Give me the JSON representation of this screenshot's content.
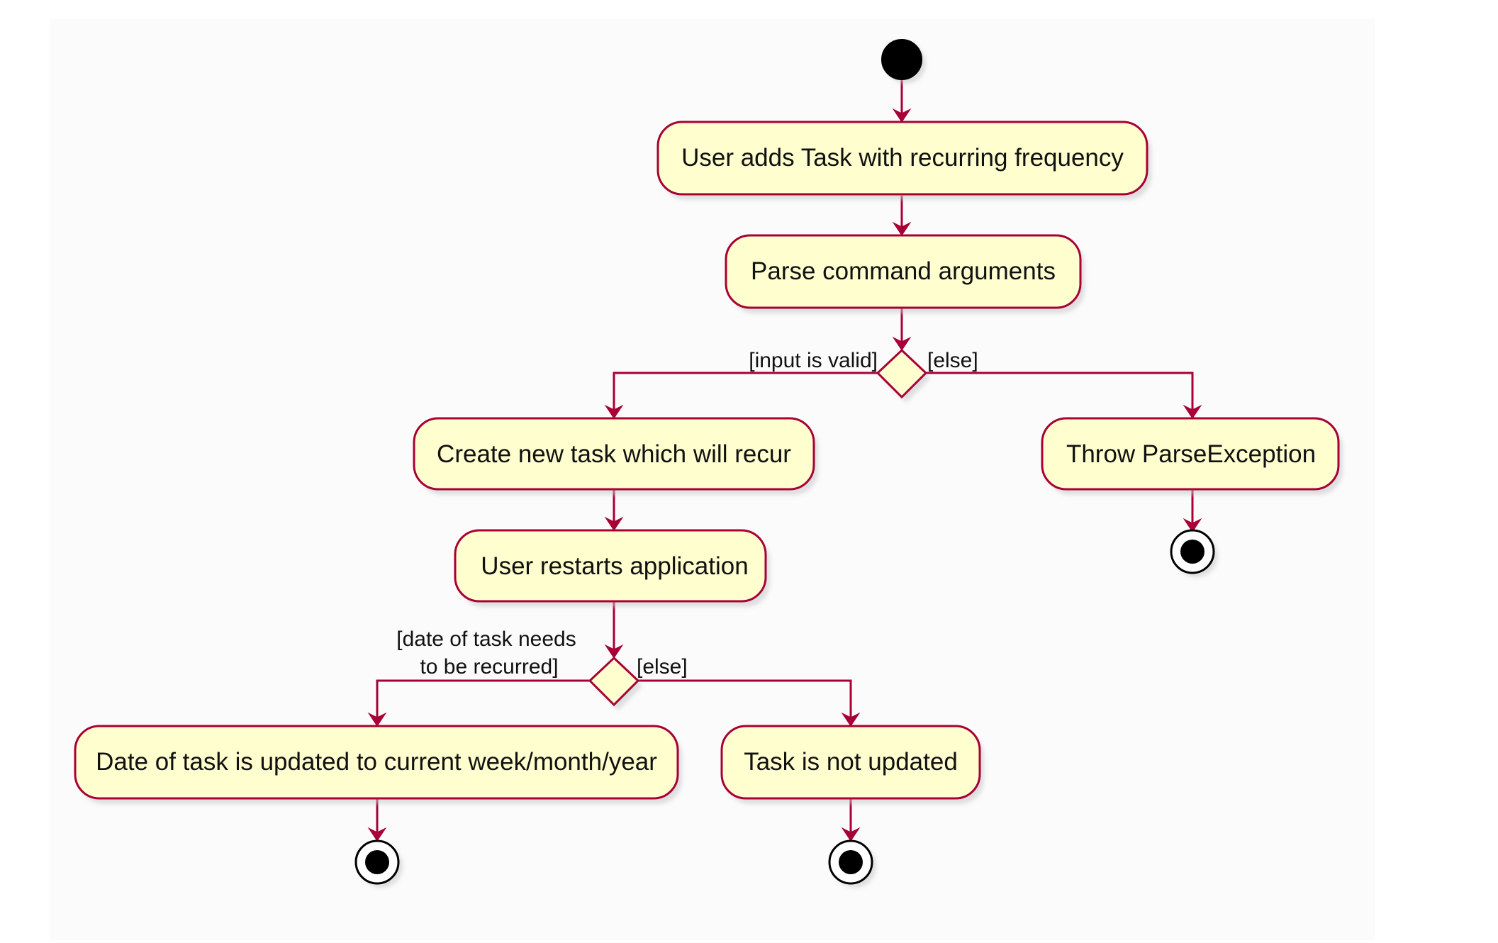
{
  "diagram": {
    "activities": {
      "add_task": "User adds Task with recurring frequency",
      "parse_args": "Parse command arguments",
      "create_task": "Create new task which will recur",
      "throw_exception": "Throw ParseException",
      "restart_app": "User restarts application",
      "update_date": "Date of task is updated to current week/month/year",
      "not_updated": "Task is not updated"
    },
    "guards": {
      "input_valid": "[input is valid]",
      "else_1": "[else]",
      "recur_line1": "[date of task needs",
      "recur_line2": "to be recurred]",
      "else_2": "[else]"
    },
    "colors": {
      "node_fill": "#fefece",
      "border": "#a80036",
      "start_fill": "#000000"
    }
  }
}
